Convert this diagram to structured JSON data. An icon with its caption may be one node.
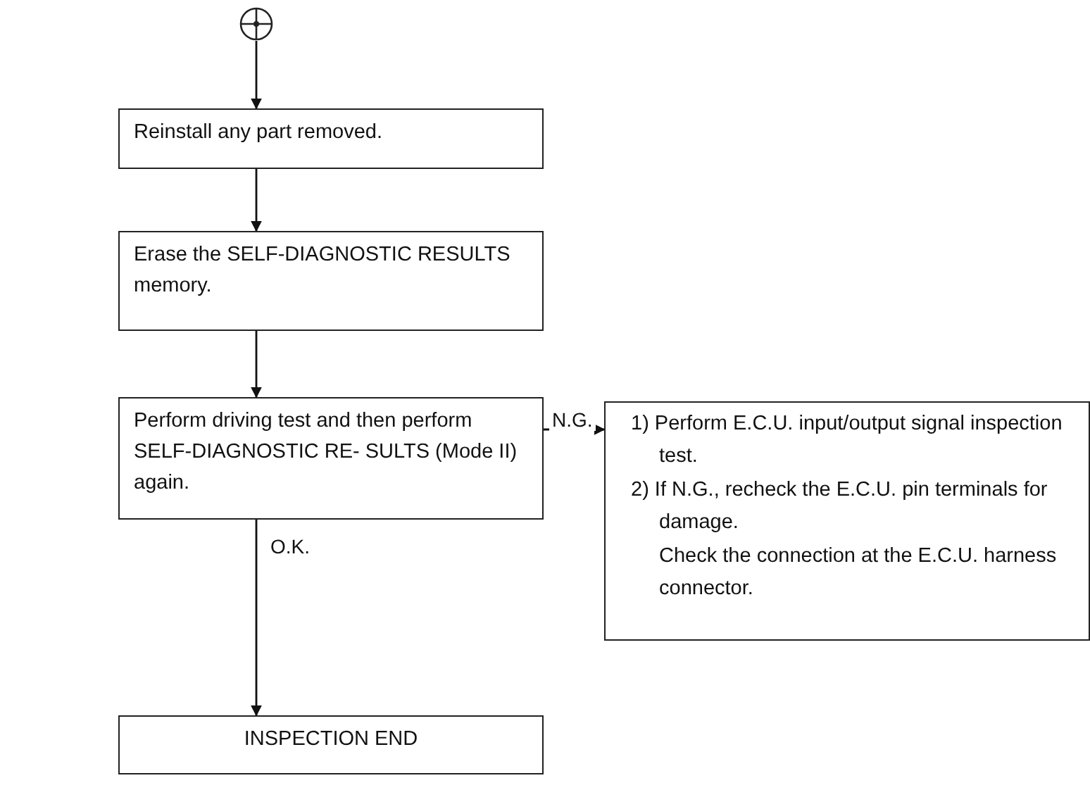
{
  "diagram": {
    "nodes": [
      {
        "text": [],
        "shape": "circle"
      },
      {
        "text": [
          "Reinstall any part removed."
        ]
      },
      {
        "text": [
          "Erase the SELF-DIAGNOSTIC RESULTS memory."
        ]
      },
      {
        "text": [
          "Perform driving test and then perform SELF-DIAGNOSTIC RE- SULTS (Mode II) again."
        ]
      },
      {
        "text": [
          "1) Perform E.C.U. input/output signal inspection test.",
          "2) If N.G., recheck the E.C.U. pin terminals for damage.",
          "Check the connection at the E.C.U. harness connector."
        ]
      },
      {
        "text": [
          "INSPECTION END"
        ]
      }
    ],
    "edges": [
      {
        "from": 0,
        "to": 1,
        "arrow": "to"
      },
      {
        "from": 1,
        "to": 2,
        "arrow": "to"
      },
      {
        "from": 2,
        "to": 3,
        "arrow": "to"
      },
      {
        "from": 3,
        "to": 4,
        "arrow": "to",
        "label": "N.G."
      },
      {
        "from": 3,
        "to": 5,
        "arrow": "to",
        "label": "O.K."
      }
    ]
  }
}
